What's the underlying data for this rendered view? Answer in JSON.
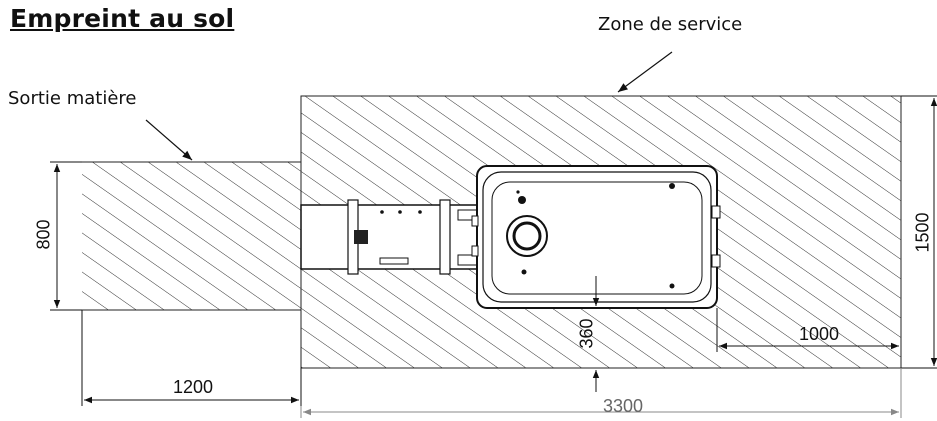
{
  "title": "Empreint au sol",
  "labels": {
    "service_zone": "Zone de service",
    "material_exit": "Sortie matière"
  },
  "dimensions": {
    "exit_height": "800",
    "zone_height": "1500",
    "exit_length": "1200",
    "total_length": "3300",
    "side_clearance": "1000",
    "bottom_clearance": "360"
  },
  "colors": {
    "line": "#111111",
    "hatch": "#333333",
    "dim_gray": "#888888"
  }
}
